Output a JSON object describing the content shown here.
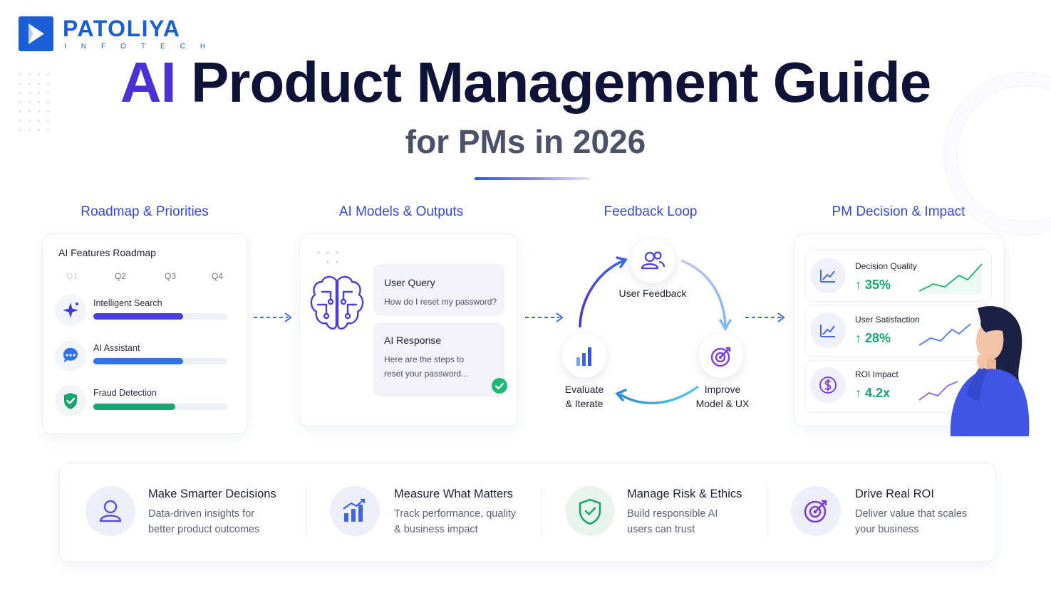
{
  "brand": {
    "name": "PATOLIYA",
    "tagline": "INFOTECH",
    "color": "#1a5fd6"
  },
  "title": {
    "prefix": "AI",
    "rest": "Product Management Guide",
    "subtitle": "for PMs in 2026"
  },
  "sections": {
    "roadmap": "Roadmap & Priorities",
    "models": "AI Models & Outputs",
    "feedback": "Feedback Loop",
    "decision": "PM Decision & Impact"
  },
  "roadmap": {
    "title": "AI Features Roadmap",
    "quarters": [
      "Q1",
      "Q2",
      "Q3",
      "Q4"
    ],
    "items": [
      {
        "label": "Intelligent Search",
        "icon": "sparkle-icon",
        "progress": 0.67,
        "color": "#4b3fe0"
      },
      {
        "label": "AI Assistant",
        "icon": "chat-bubble-icon",
        "progress": 0.67,
        "color": "#2f73e8"
      },
      {
        "label": "Fraud Detection",
        "icon": "shield-check-icon",
        "progress": 0.61,
        "color": "#1aa56e"
      }
    ]
  },
  "models": {
    "icon": "brain-circuit-icon",
    "query": {
      "heading": "User Query",
      "text": "How do I reset my password?"
    },
    "response": {
      "heading": "AI Response",
      "line1": "Here are the steps to",
      "line2": "reset your password..."
    }
  },
  "feedback": {
    "user_feedback": "User Feedback",
    "evaluate_1": "Evaluate",
    "evaluate_2": "& Iterate",
    "improve_1": "Improve",
    "improve_2": "Model & UX"
  },
  "decision": {
    "metrics": [
      {
        "title": "Decision Quality",
        "value": "35%",
        "icon": "chart-up-icon"
      },
      {
        "title": "User Satisfaction",
        "value": "28%",
        "icon": "chart-up-icon"
      },
      {
        "title": "ROI Impact",
        "value": "4.2x",
        "icon": "dollar-coin-icon"
      }
    ],
    "up_arrow": "↑"
  },
  "benefits": [
    {
      "title": "Make Smarter Decisions",
      "line1": "Data-driven insights for",
      "line2": "better product outcomes",
      "icon": "user-icon"
    },
    {
      "title": "Measure What Matters",
      "line1": "Track performance, quality",
      "line2": "& business impact",
      "icon": "bar-chart-icon"
    },
    {
      "title": "Manage Risk & Ethics",
      "line1": "Build responsible AI",
      "line2": "users can trust",
      "icon": "shield-check-icon"
    },
    {
      "title": "Drive Real ROI",
      "line1": "Deliver value that scales",
      "line2": "your business",
      "icon": "target-icon"
    }
  ],
  "colors": {
    "accent": "#4b2fd8",
    "heading_blue": "#3548d6",
    "green": "#17a672",
    "navy": "#0f1338"
  }
}
